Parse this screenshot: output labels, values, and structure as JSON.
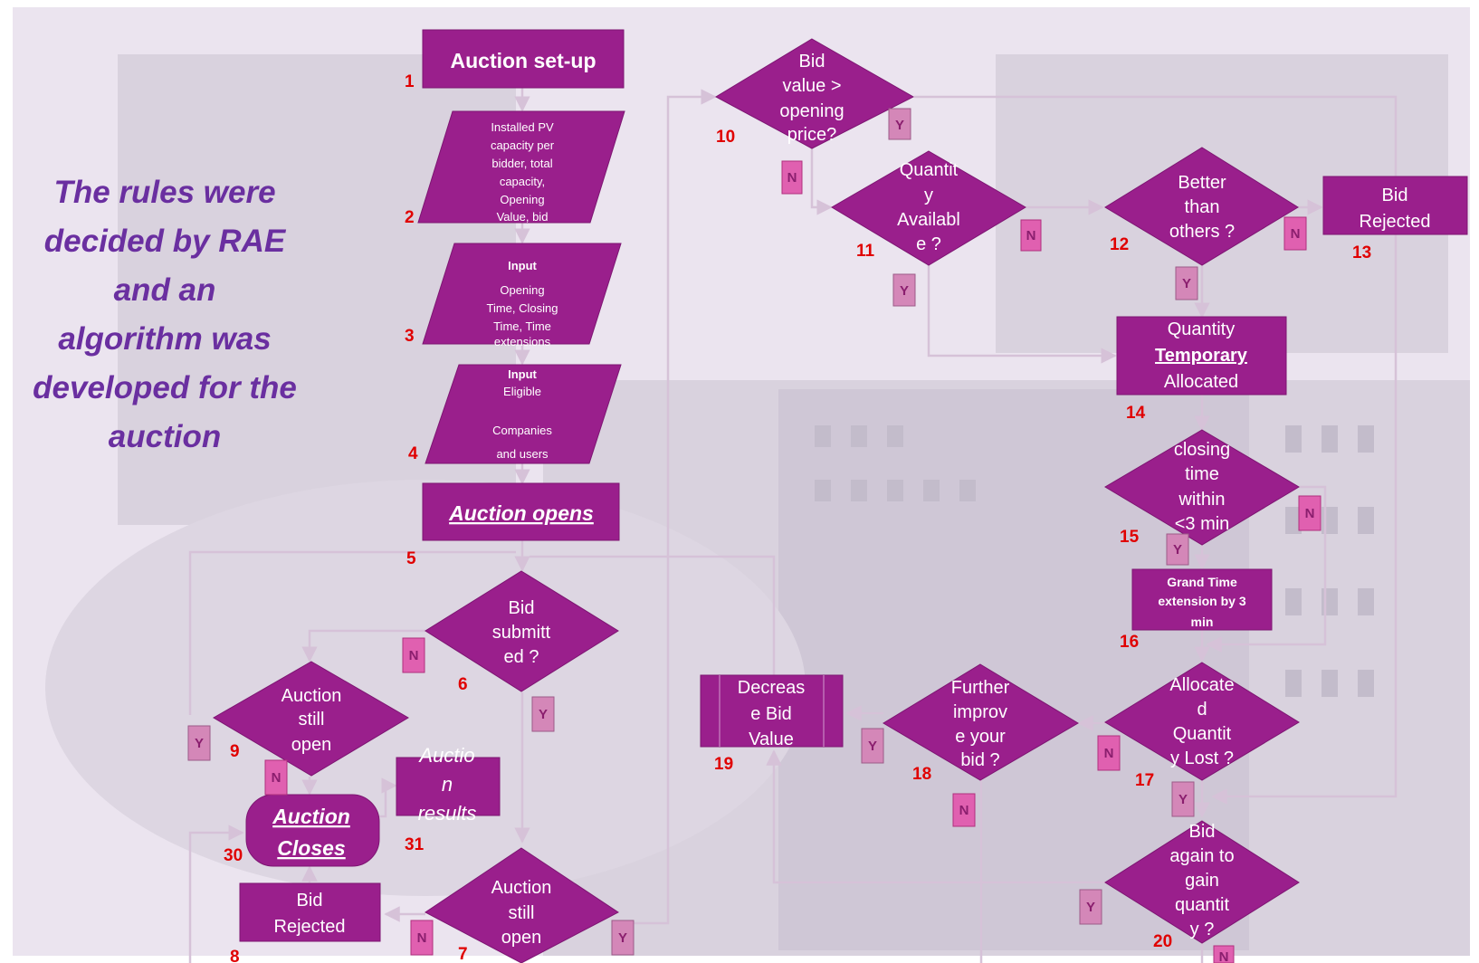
{
  "rules_text": [
    "The rules were",
    "decided by RAE",
    "and an",
    "algorithm was",
    "developed for the",
    "auction"
  ],
  "nodes": {
    "n1": {
      "lines": [
        "Auction set-up"
      ],
      "num": "1"
    },
    "n2": {
      "lines": [
        "Installed PV",
        "capacity per",
        "bidder, total",
        "capacity,",
        "Opening",
        "Value,  bid"
      ],
      "num": "2"
    },
    "n3": {
      "lines": [
        "Input",
        "Opening",
        "Time, Closing",
        "Time, Time",
        "extensions"
      ],
      "num": "3"
    },
    "n4": {
      "lines": [
        "Input",
        "Eligible",
        "",
        "Companies",
        "and users"
      ],
      "num": "4"
    },
    "n5": {
      "lines": [
        "Auction opens"
      ],
      "num": "5"
    },
    "n6": {
      "lines": [
        "Bid",
        "submitt",
        "ed ?"
      ],
      "num": "6"
    },
    "n7": {
      "lines": [
        "Auction",
        "still",
        "open"
      ],
      "num": "7"
    },
    "n8": {
      "lines": [
        "Bid",
        "Rejected"
      ],
      "num": "8"
    },
    "n9": {
      "lines": [
        "Auction",
        "still",
        "open"
      ],
      "num": "9"
    },
    "n10": {
      "lines": [
        "Bid",
        "value >",
        "opening",
        "price?"
      ],
      "num": "10"
    },
    "n11": {
      "lines": [
        "Quantit",
        "y",
        "Availabl",
        "e ?"
      ],
      "num": "11"
    },
    "n12": {
      "lines": [
        "Better",
        "than",
        "others ?"
      ],
      "num": "12"
    },
    "n13": {
      "lines": [
        "Bid",
        "Rejected"
      ],
      "num": "13"
    },
    "n14": {
      "lines": [
        "Quantity",
        "Temporary",
        "Allocated"
      ],
      "num": "14"
    },
    "n15": {
      "lines": [
        "closing",
        "time",
        "within",
        "<3 min"
      ],
      "num": "15"
    },
    "n16": {
      "lines": [
        "Grand Time",
        "extension by 3",
        "min"
      ],
      "num": "16"
    },
    "n17": {
      "lines": [
        "Allocate",
        "d",
        "Quantit",
        "y Lost ?"
      ],
      "num": "17"
    },
    "n18": {
      "lines": [
        "Further",
        "improv",
        "e your",
        "bid ?"
      ],
      "num": "18"
    },
    "n19": {
      "lines": [
        "Decreas",
        "e Bid",
        "Value"
      ],
      "num": "19"
    },
    "n20": {
      "lines": [
        "Bid",
        "again to",
        "gain",
        "quantit",
        "y ?"
      ],
      "num": "20"
    },
    "n30": {
      "lines": [
        "Auction",
        "Closes"
      ],
      "num": "30"
    },
    "n31": {
      "lines": [
        "Auctio",
        "n",
        "results"
      ],
      "num": "31"
    }
  },
  "yes": "Y",
  "no": "N",
  "colors": {
    "shape": "#9a1f8c",
    "rule_text": "#6a2fa0",
    "number": "#e00000",
    "connector": "#d6c2d8"
  }
}
